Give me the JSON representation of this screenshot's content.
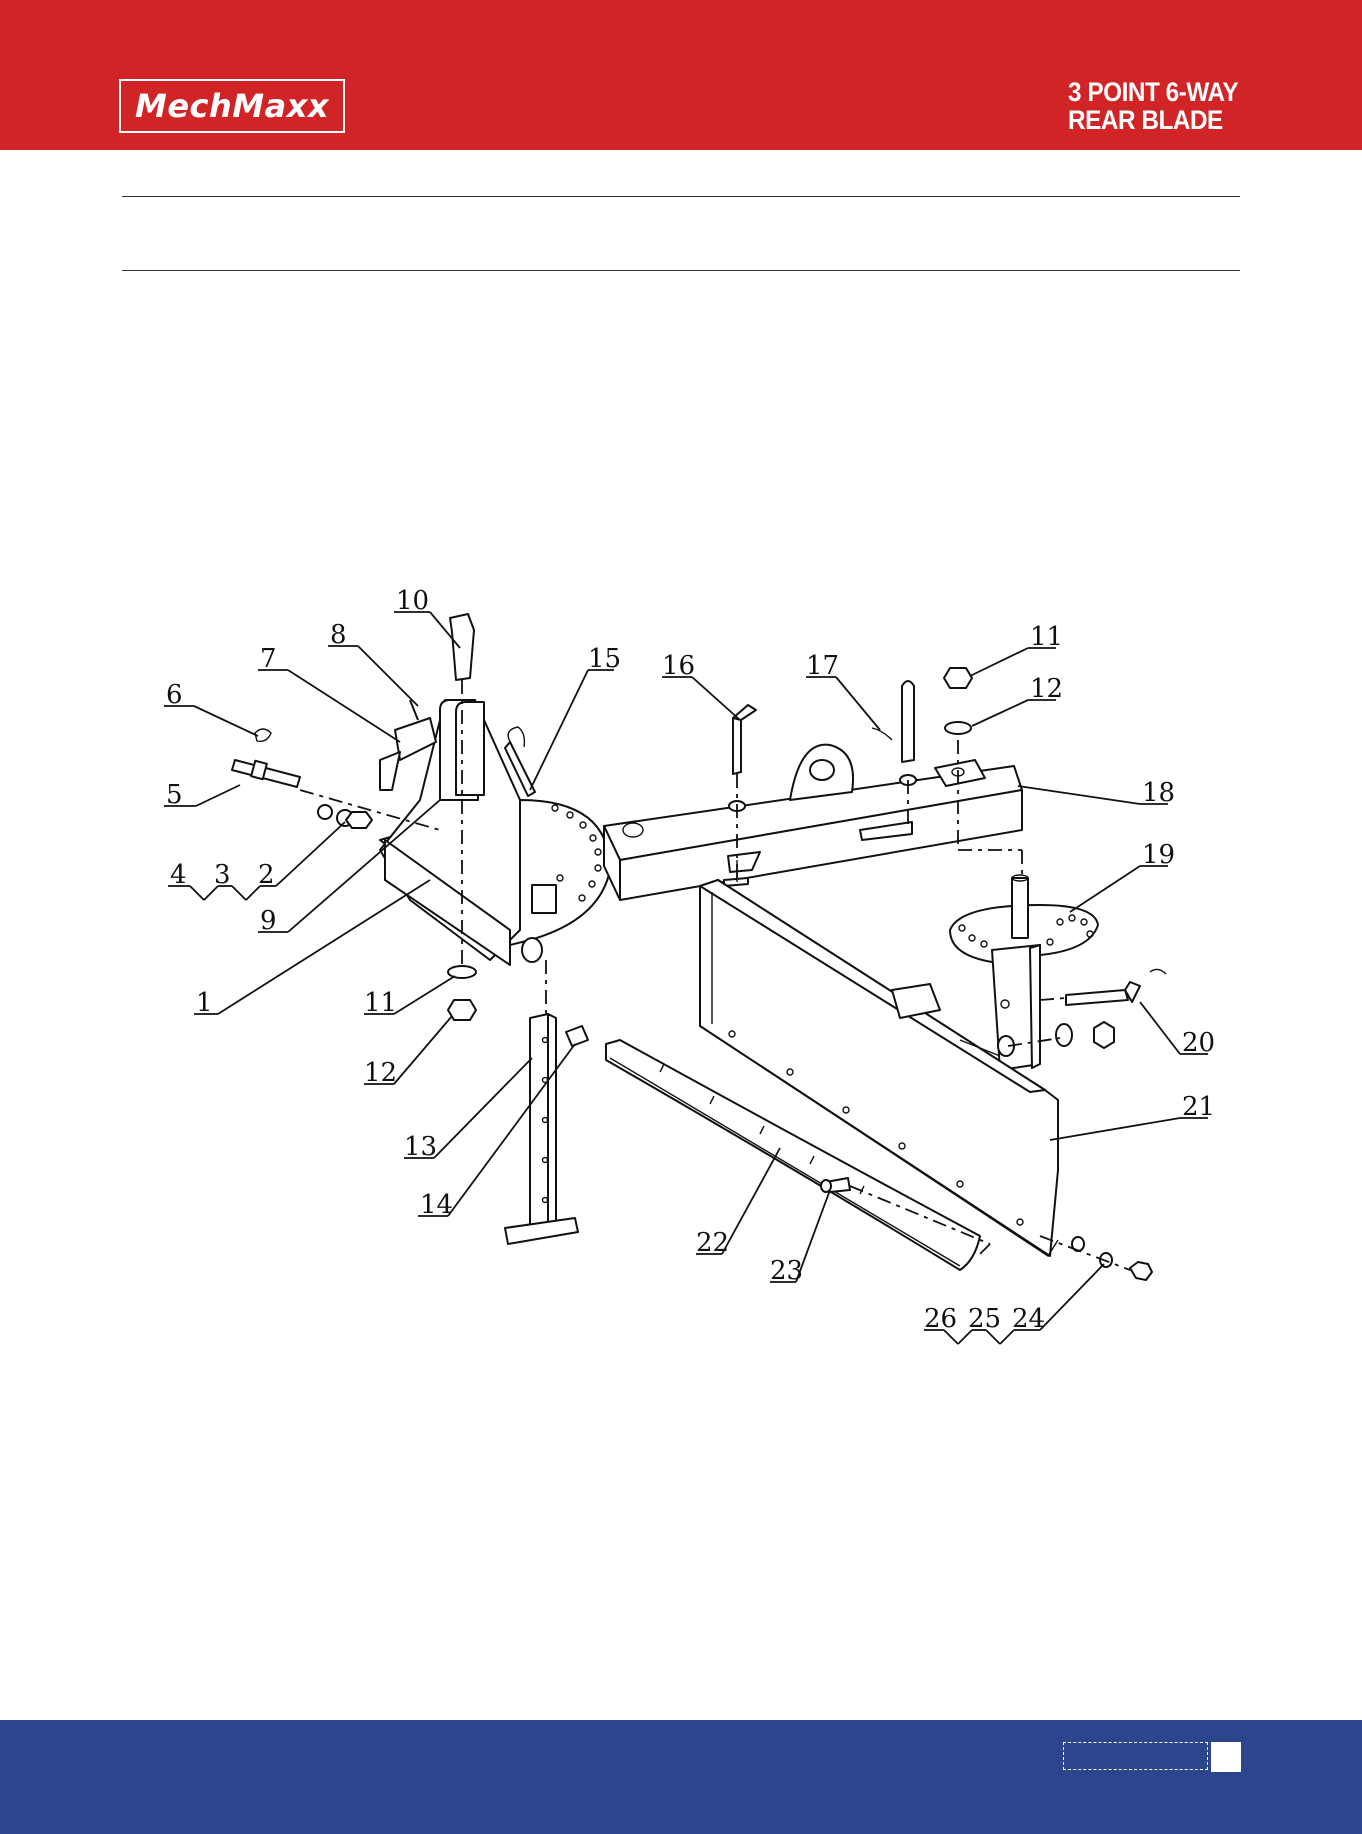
{
  "header": {
    "brand": "MechMaxx",
    "title_line1": "3 POINT 6-WAY",
    "title_line2": "REAR BLADE"
  },
  "colors": {
    "header_red": "#d12427",
    "footer_blue": "#2b468c",
    "text_white": "#ffffff"
  },
  "diagram": {
    "callouts": [
      "1",
      "2",
      "3",
      "4",
      "5",
      "6",
      "7",
      "8",
      "9",
      "10",
      "11",
      "11",
      "12",
      "12",
      "13",
      "14",
      "15",
      "16",
      "17",
      "18",
      "19",
      "20",
      "21",
      "22",
      "23",
      "24",
      "25",
      "26"
    ]
  },
  "footer": {
    "page_number": ""
  }
}
